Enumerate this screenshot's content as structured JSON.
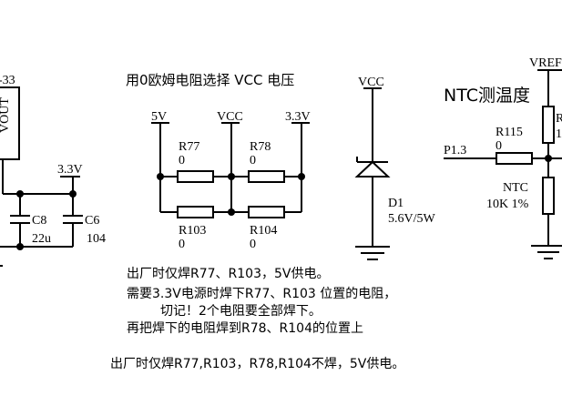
{
  "left_block": {
    "ic_label_fragment": "-33",
    "ic_pin_label": "VOUT",
    "net_label": "3.3V",
    "capacitors": [
      {
        "ref": "C8",
        "value": "22u"
      },
      {
        "ref": "C6",
        "value": "104"
      }
    ]
  },
  "vcc_select": {
    "title": "用0欧姆电阻选择 VCC 电压",
    "nets": [
      "5V",
      "VCC",
      "3.3V"
    ],
    "resistors": [
      {
        "ref": "R77",
        "value": "0"
      },
      {
        "ref": "R78",
        "value": "0"
      },
      {
        "ref": "R103",
        "value": "0"
      },
      {
        "ref": "R104",
        "value": "0"
      }
    ]
  },
  "zener": {
    "net": "VCC",
    "ref": "D1",
    "value": "5.6V/5W"
  },
  "ntc": {
    "title": "NTC测温度",
    "net_top": "VREF",
    "top_resistor_ref_fragment": "R",
    "top_resistor_value_fragment": "1",
    "port": "P1.3",
    "series_resistor": {
      "ref": "R115",
      "value": "0"
    },
    "thermistor": {
      "ref": "NTC",
      "value": "10K 1%"
    }
  },
  "notes": [
    "出厂时仅焊R77、R103，5V供电。",
    "需要3.3V电源时焊下R77、R103 位置的电阻，",
    "切记！2个电阻要全部焊下。",
    "再把焊下的电阻焊到R78、R104的位置上",
    "出厂时仅焊R77,R103，R78,R104不焊，5V供电。"
  ]
}
